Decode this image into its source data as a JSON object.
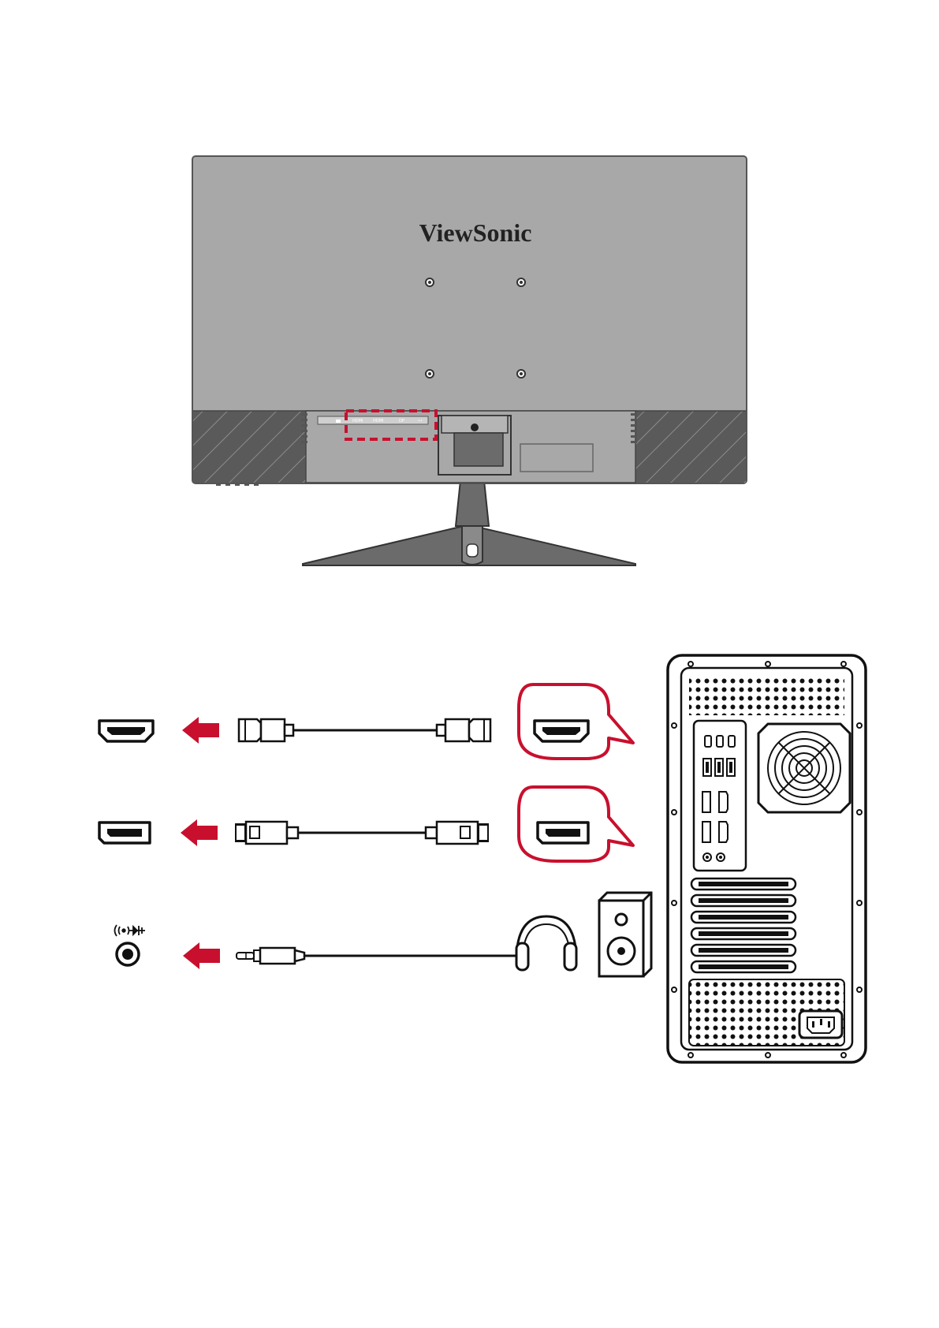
{
  "monitor": {
    "brand": "ViewSonic",
    "port_labels": [
      "HDMI",
      "HDMI",
      "DP",
      "••"
    ],
    "highlight_color": "#c8102e",
    "body_color": "#a6a6a6"
  },
  "connections": [
    {
      "type": "hdmi",
      "port_icon": "hdmi-port-icon",
      "cable_icon": "hdmi-cable-icon",
      "source_bubble": true
    },
    {
      "type": "displayport",
      "port_icon": "displayport-port-icon",
      "cable_icon": "displayport-cable-icon",
      "source_bubble": true
    },
    {
      "type": "audio",
      "port_icon": "audio-out-jack-icon",
      "cable_icon": "audio-3.5mm-cable-icon",
      "devices": [
        "headphones-icon",
        "speaker-icon"
      ]
    }
  ],
  "colors": {
    "arrow": "#c8102e",
    "bubble": "#c8102e",
    "line": "#111111"
  }
}
